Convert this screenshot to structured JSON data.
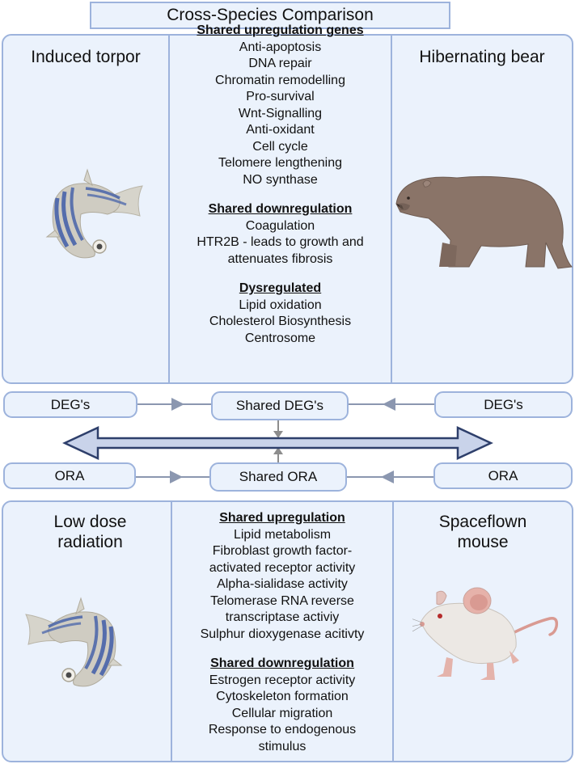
{
  "title": "Cross-Species Comparison",
  "top_section": {
    "left_label": "Induced torpor",
    "right_label": "Hibernating bear",
    "left_icon": "zebrafish-icon",
    "right_icon": "bear-icon",
    "groups": [
      {
        "heading": "Shared upregulation genes",
        "items": [
          "Anti-apoptosis",
          "DNA repair",
          "Chromatin remodelling",
          "Pro-survival",
          "Wnt-Signalling",
          "Anti-oxidant",
          "Cell cycle",
          "Telomere lengthening",
          "NO synthase"
        ]
      },
      {
        "heading": "Shared downregulation",
        "items": [
          "Coagulation",
          "HTR2B - leads to growth and",
          "attenuates fibrosis"
        ]
      },
      {
        "heading": "Dysregulated",
        "items": [
          "Lipid oxidation",
          "Cholesterol Biosynthesis",
          "Centrosome"
        ]
      }
    ]
  },
  "flow": {
    "deg_left": "DEG's",
    "deg_shared": "Shared DEG's",
    "deg_right": "DEG's",
    "ora_left": "ORA",
    "ora_shared": "Shared ORA",
    "ora_right": "ORA"
  },
  "bottom_section": {
    "left_label_line1": "Low dose",
    "left_label_line2": "radiation",
    "right_label_line1": "Spaceflown",
    "right_label_line2": "mouse",
    "left_icon": "zebrafish-icon",
    "right_icon": "mouse-icon",
    "groups": [
      {
        "heading": "Shared upregulation",
        "items": [
          "Lipid metabolism",
          "Fibroblast growth factor-",
          "activated receptor activity",
          "Alpha-sialidase activity",
          "Telomerase RNA reverse",
          "transcriptase activiy",
          "Sulphur dioxygenase acitivty"
        ]
      },
      {
        "heading": "Shared downregulation",
        "items": [
          "Estrogen receptor activity",
          "Cytoskeleton formation",
          "Cellular migration",
          "Response to endogenous",
          "stimulus"
        ]
      }
    ]
  },
  "colors": {
    "panel_fill": "#ebf2fc",
    "panel_border": "#9db3dc",
    "big_arrow_fill": "#c9d3ea",
    "big_arrow_stroke": "#2e3f6b",
    "fish_stripe": "#3f5ca8",
    "bear_fur": "#8a7468",
    "mouse_body": "#ece8e4",
    "mouse_pink": "#d99a92"
  }
}
